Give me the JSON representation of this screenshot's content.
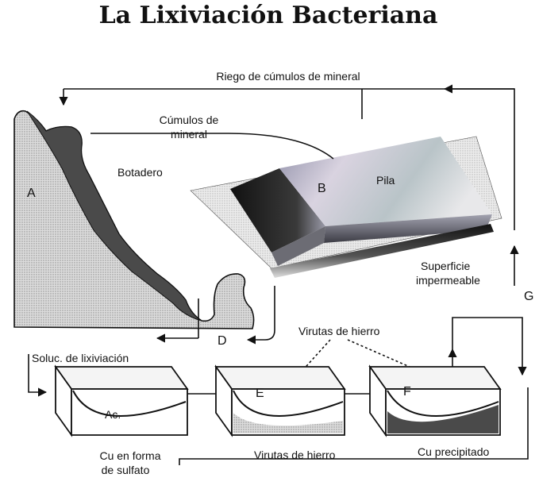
{
  "title": "La Lixiviación Bacteriana",
  "labels": {
    "riego": "Riego de cúmulos de mineral",
    "cumulos_line1": "Cúmulos de",
    "cumulos_line2": "mineral",
    "botadero": "Botadero",
    "pila": "Pila",
    "superficie_line1": "Superficie",
    "superficie_line2": "impermeable",
    "virutas_top": "Virutas de hierro",
    "soluc": "Soluc. de lixiviación",
    "cu_sulfato_line1": "Cu en forma",
    "cu_sulfato_line2": "de sulfato",
    "virutas_bottom": "Virutas de hierro",
    "cu_precipitado": "Cu precipitado",
    "ac": "Ac."
  },
  "letters": {
    "a": "A",
    "b": "B",
    "d": "D",
    "e": "E",
    "f": "F",
    "g": "G"
  },
  "colors": {
    "ink": "#111111",
    "dark_band": "#4a4a4a",
    "stipple": "#c8c8c8"
  }
}
